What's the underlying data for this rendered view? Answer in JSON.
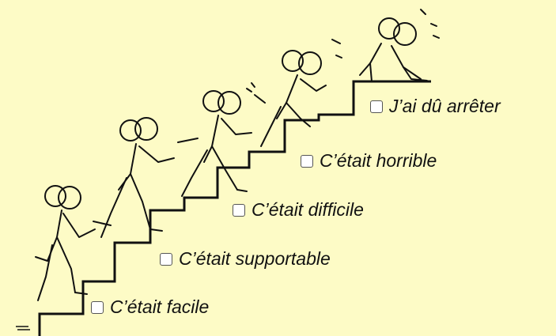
{
  "colors": {
    "background": "#fdfbc6",
    "ink": "#111111",
    "checkbox_border": "#555555"
  },
  "options": [
    {
      "label": "C’était facile",
      "checked": false
    },
    {
      "label": "C’était supportable",
      "checked": false
    },
    {
      "label": "C’était difficile",
      "checked": false
    },
    {
      "label": "C’était horrible",
      "checked": false
    },
    {
      "label": "J’ai dû arrêter",
      "checked": false
    }
  ]
}
